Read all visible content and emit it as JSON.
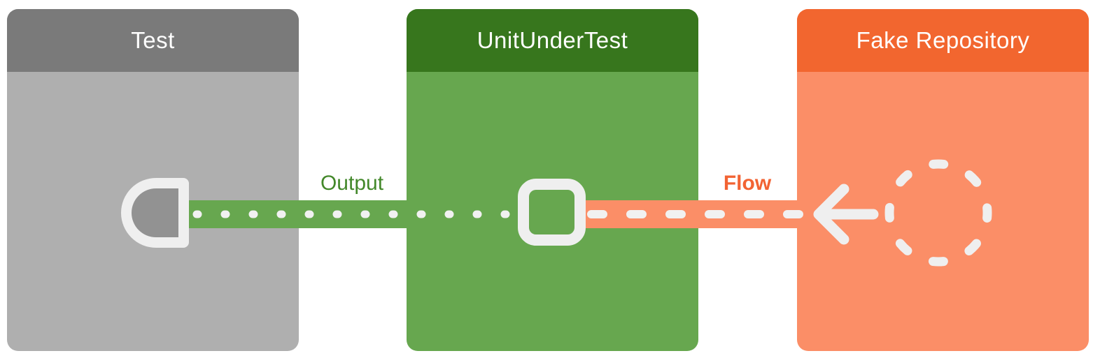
{
  "nodes": [
    {
      "id": "test",
      "title": "Test",
      "header_color": "#7a7a7a",
      "body_color": "#afafaf"
    },
    {
      "id": "unit-under-test",
      "title": "UnitUnderTest",
      "header_color": "#37761d",
      "body_color": "#67a74f"
    },
    {
      "id": "fake-repository",
      "title": "Fake Repository",
      "header_color": "#f2662f",
      "body_color": "#fb8e67"
    }
  ],
  "edges": [
    {
      "label": "Output",
      "label_color": "#43882a",
      "band_color": "#67a74f",
      "pattern": "dotted",
      "from": "UnitUnderTest",
      "to": "Test"
    },
    {
      "label": "Flow",
      "label_color": "#f26333",
      "band_color": "#fb8e67",
      "pattern": "dashed",
      "from": "Fake Repository",
      "to": "UnitUnderTest"
    }
  ],
  "icons": [
    {
      "name": "collector-icon",
      "shape": "half-capsule outline",
      "node": "Test"
    },
    {
      "name": "unit-square-icon",
      "shape": "rounded-square outline",
      "node": "UnitUnderTest"
    },
    {
      "name": "arrow-left-icon",
      "shape": "left arrow",
      "node": "Fake Repository"
    },
    {
      "name": "flow-source-circle-icon",
      "shape": "dashed circle",
      "node": "Fake Repository"
    }
  ],
  "palette": {
    "icon_stroke": "#efefef",
    "dot_dash_color": "#f1f1f1",
    "collector_fill": "#929292",
    "title_text": "#ffffff",
    "background": "#ffffff"
  }
}
